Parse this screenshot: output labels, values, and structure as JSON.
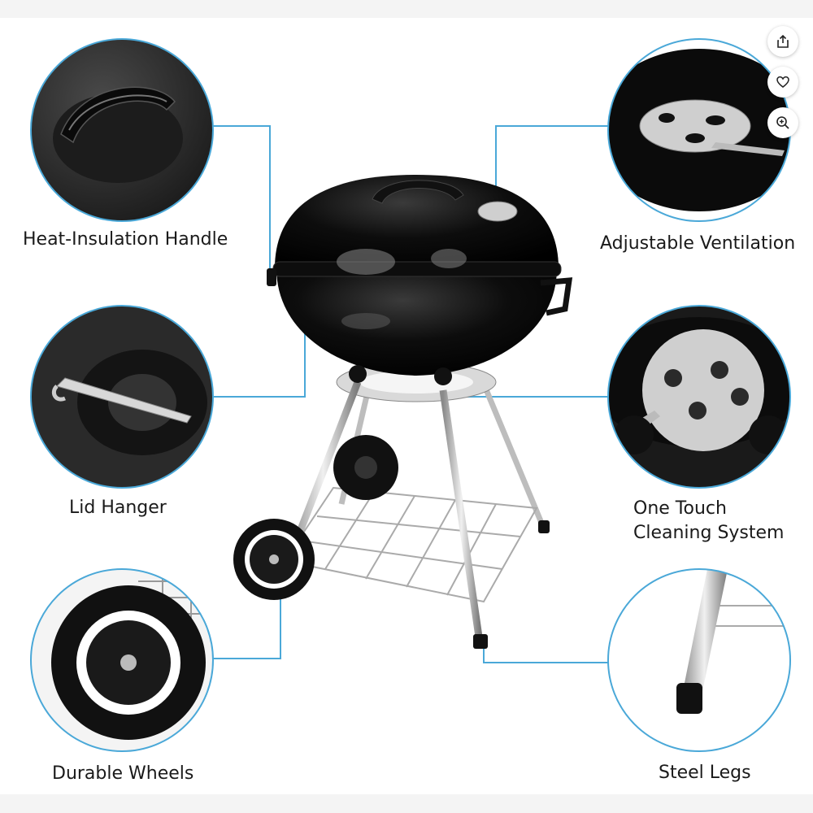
{
  "features": {
    "handle": "Heat-Insulation Handle",
    "ventilation": "Adjustable Ventilation",
    "lid_hanger": "Lid Hanger",
    "cleaning_line1": "One Touch",
    "cleaning_line2": "Cleaning System",
    "wheels": "Durable Wheels",
    "legs": "Steel Legs"
  },
  "actions": [
    {
      "name": "share",
      "icon": "share-icon"
    },
    {
      "name": "favorite",
      "icon": "heart-icon"
    },
    {
      "name": "zoom",
      "icon": "zoom-in-icon"
    }
  ],
  "colors": {
    "accent_line": "#4aa8d8",
    "circle_border": "#4aa8d8",
    "grill_body": "#0b0b0b",
    "text": "#1a1a1a"
  }
}
